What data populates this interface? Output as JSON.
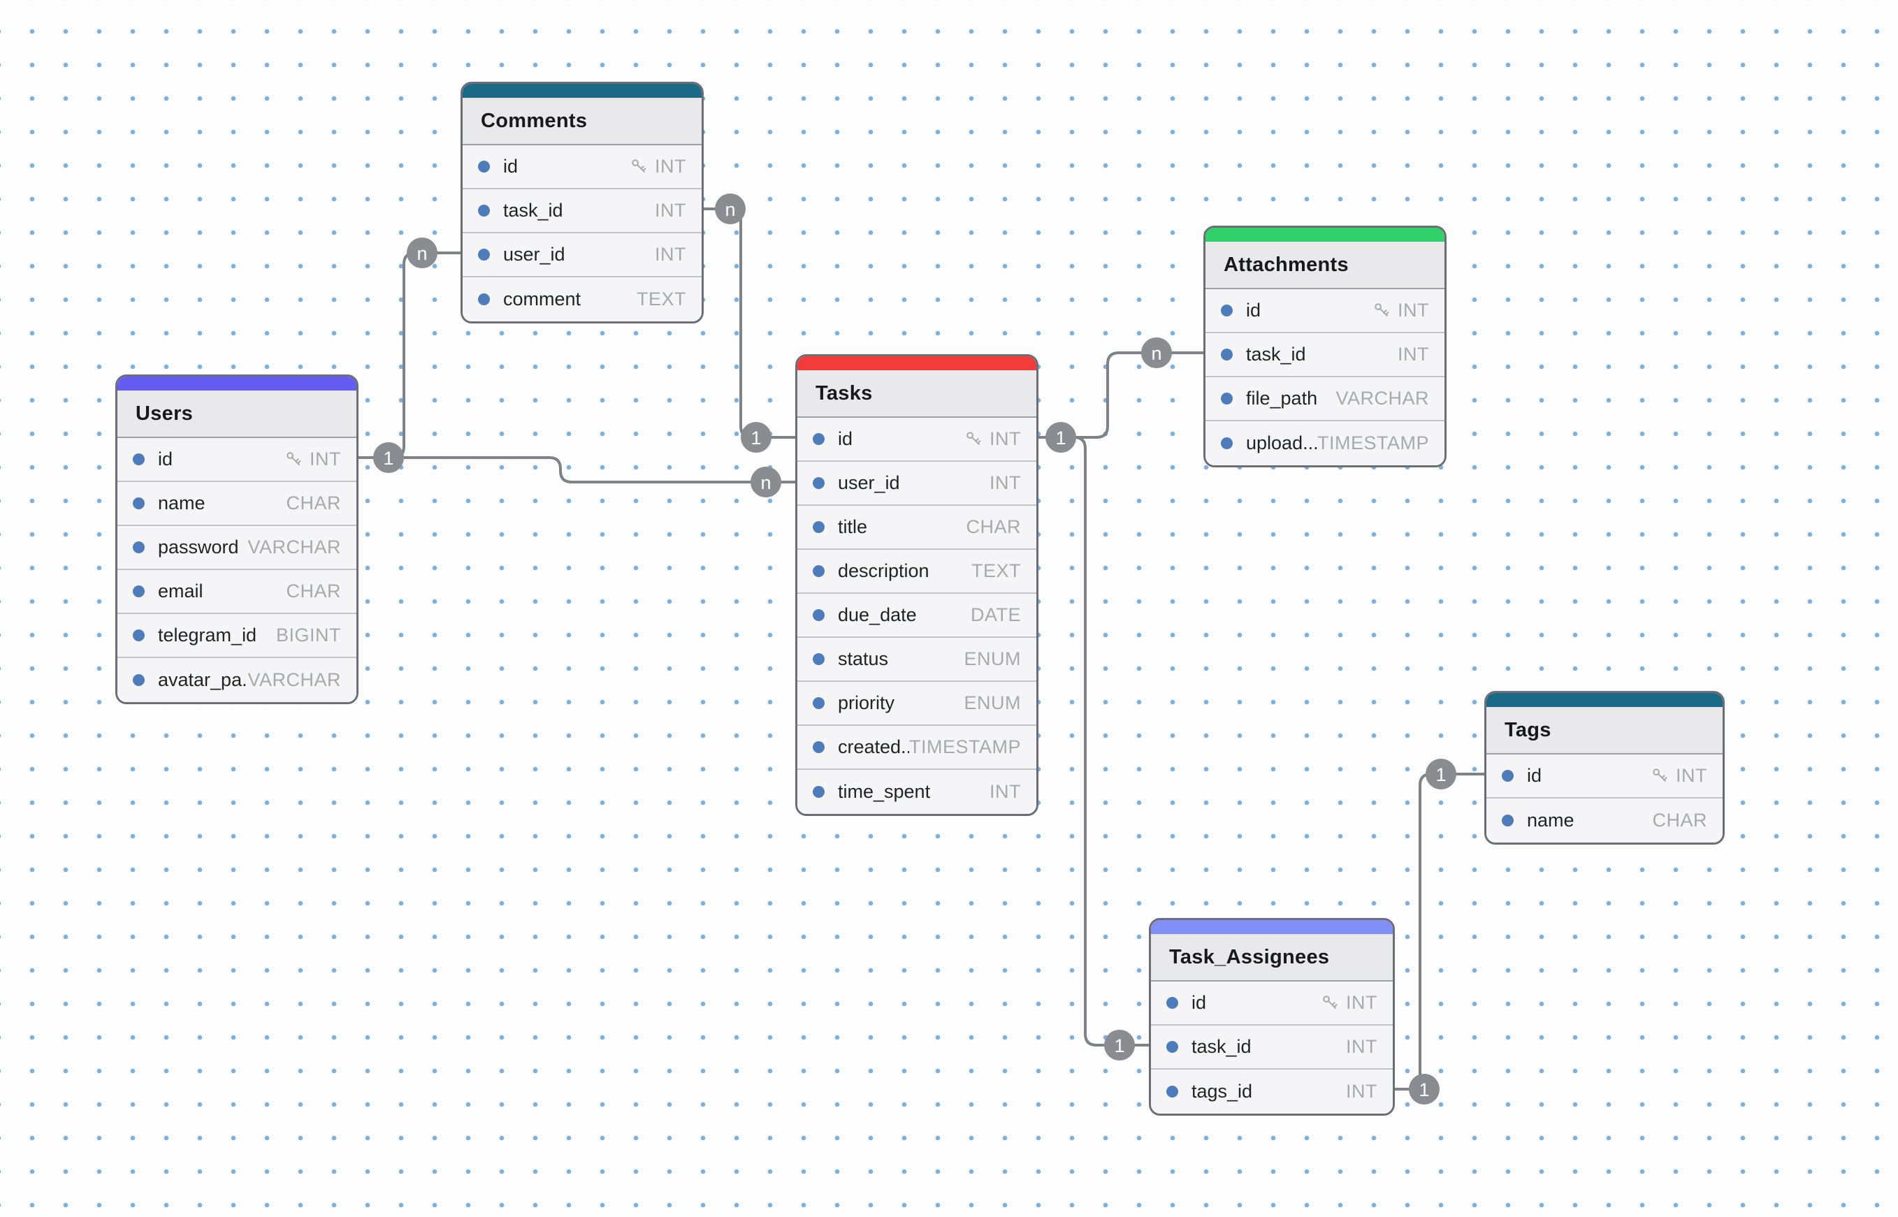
{
  "canvas": {
    "background": "#FDFDFE",
    "dot_color": "#7FB0DE",
    "edge_color": "#7E8287",
    "cardinality_badge_color": "#898C91"
  },
  "tables": [
    {
      "name": "Comments",
      "accent": "#1A6A87",
      "fields": [
        {
          "name": "id",
          "type": "INT",
          "pk": true
        },
        {
          "name": "task_id",
          "type": "INT"
        },
        {
          "name": "user_id",
          "type": "INT"
        },
        {
          "name": "comment",
          "type": "TEXT"
        }
      ]
    },
    {
      "name": "Users",
      "accent": "#655CF2",
      "fields": [
        {
          "name": "id",
          "type": "INT",
          "pk": true
        },
        {
          "name": "name",
          "type": "CHAR"
        },
        {
          "name": "password",
          "type": "VARCHAR"
        },
        {
          "name": "email",
          "type": "CHAR"
        },
        {
          "name": "telegram_id",
          "type": "BIGINT"
        },
        {
          "name": "avatar_pa...",
          "type": "VARCHAR"
        }
      ]
    },
    {
      "name": "Tasks",
      "accent": "#F23C3C",
      "fields": [
        {
          "name": "id",
          "type": "INT",
          "pk": true
        },
        {
          "name": "user_id",
          "type": "INT"
        },
        {
          "name": "title",
          "type": "CHAR"
        },
        {
          "name": "description",
          "type": "TEXT"
        },
        {
          "name": "due_date",
          "type": "DATE"
        },
        {
          "name": "status",
          "type": "ENUM"
        },
        {
          "name": "priority",
          "type": "ENUM"
        },
        {
          "name": "created...",
          "type": "TIMESTAMP"
        },
        {
          "name": "time_spent",
          "type": "INT"
        }
      ]
    },
    {
      "name": "Attachments",
      "accent": "#30D16B",
      "fields": [
        {
          "name": "id",
          "type": "INT",
          "pk": true
        },
        {
          "name": "task_id",
          "type": "INT"
        },
        {
          "name": "file_path",
          "type": "VARCHAR"
        },
        {
          "name": "upload...",
          "type": "TIMESTAMP"
        }
      ]
    },
    {
      "name": "Tags",
      "accent": "#1A6A87",
      "fields": [
        {
          "name": "id",
          "type": "INT",
          "pk": true
        },
        {
          "name": "name",
          "type": "CHAR"
        }
      ]
    },
    {
      "name": "Task_Assignees",
      "accent": "#8190F7",
      "fields": [
        {
          "name": "id",
          "type": "INT",
          "pk": true
        },
        {
          "name": "task_id",
          "type": "INT"
        },
        {
          "name": "tags_id",
          "type": "INT"
        }
      ]
    }
  ],
  "relationships": [
    {
      "from": "Users.id",
      "to": "Comments.user_id",
      "from_label": "1",
      "to_label": "n"
    },
    {
      "from": "Users.id",
      "to": "Tasks.user_id",
      "from_label": "1",
      "to_label": "n"
    },
    {
      "from": "Tasks.id",
      "to": "Comments.task_id",
      "from_label": "1",
      "to_label": "n"
    },
    {
      "from": "Tasks.id",
      "to": "Attachments.task_id",
      "from_label": "1",
      "to_label": "n"
    },
    {
      "from": "Tasks.id",
      "to": "Task_Assignees.task_id",
      "from_label": "1",
      "to_label": "1"
    },
    {
      "from": "Tags.id",
      "to": "Task_Assignees.tags_id",
      "from_label": "1",
      "to_label": "1"
    }
  ]
}
